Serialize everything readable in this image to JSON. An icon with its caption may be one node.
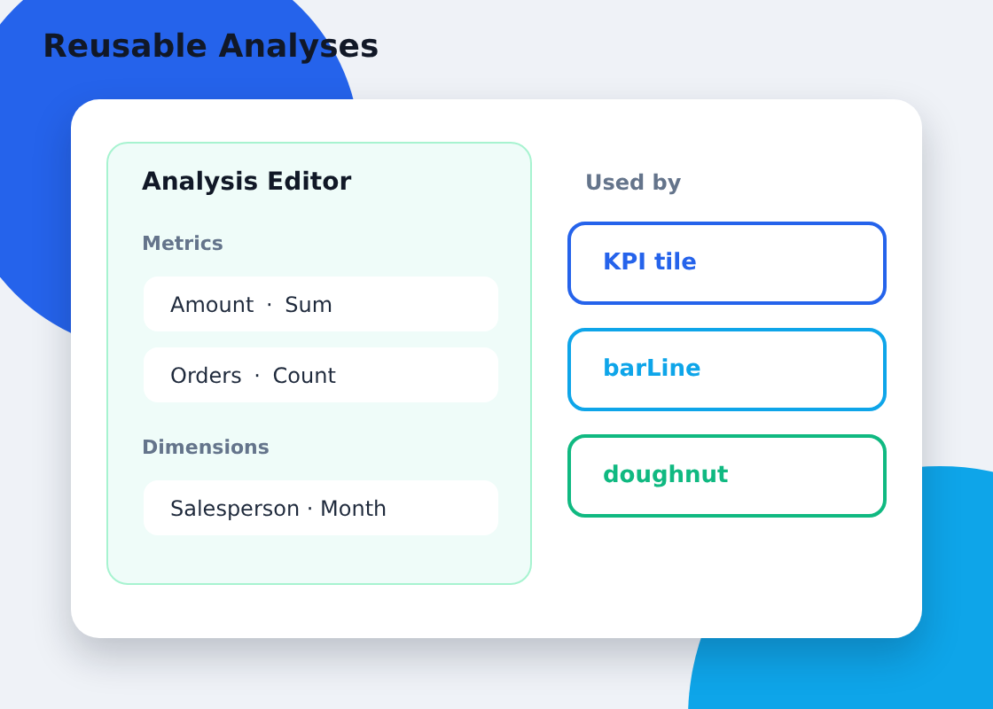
{
  "diagram": {
    "title": "Reusable Analyses",
    "nodes": [
      {
        "text": [],
        "shape": "box"
      },
      {
        "text": [
          "Analysis Editor"
        ],
        "in": 0
      },
      {
        "text": [
          "Amount · Sum"
        ],
        "in": 1
      },
      {
        "text": [
          "Orders · Count"
        ],
        "in": 1
      },
      {
        "text": [
          "Salesperson · Month"
        ],
        "in": 1
      },
      {
        "text": [
          "KPI tile"
        ],
        "in": 0
      },
      {
        "text": [
          "barLine"
        ],
        "in": 0
      },
      {
        "text": [
          "doughnut"
        ],
        "in": 0
      }
    ],
    "labels": [
      "Metrics",
      "Dimensions",
      "Used by"
    ]
  }
}
